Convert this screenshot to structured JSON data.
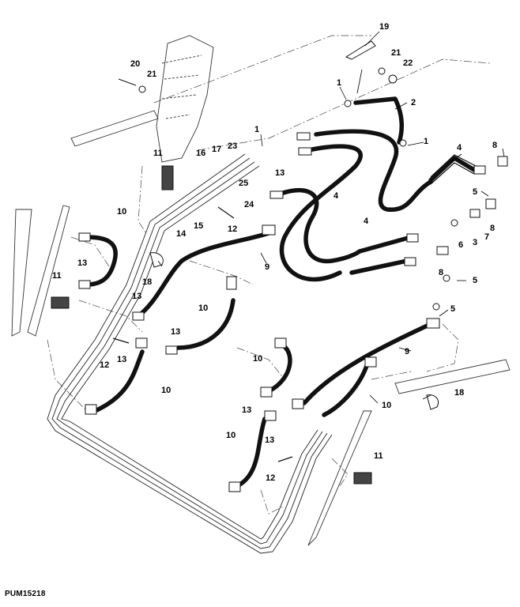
{
  "figure": {
    "reference_code": "PUM15218",
    "callouts": [
      "19",
      "21",
      "22",
      "20",
      "21",
      "1",
      "2",
      "1",
      "1",
      "4",
      "8",
      "11",
      "16",
      "17",
      "23",
      "25",
      "13",
      "5",
      "24",
      "4",
      "10",
      "12",
      "14",
      "15",
      "4",
      "6",
      "3",
      "8",
      "7",
      "9",
      "13",
      "18",
      "11",
      "13",
      "8",
      "5",
      "10",
      "5",
      "12",
      "13",
      "13",
      "10",
      "9",
      "10",
      "18",
      "13",
      "10",
      "13",
      "10",
      "12",
      "11"
    ]
  }
}
